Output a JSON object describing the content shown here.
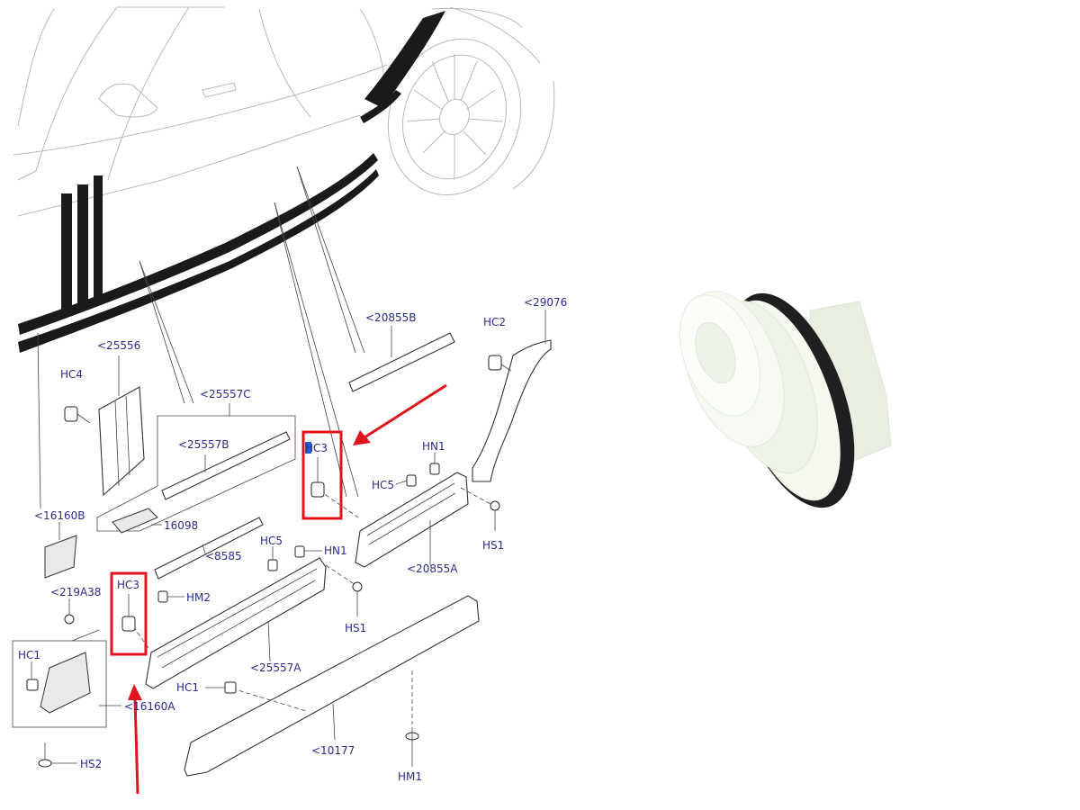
{
  "labels": {
    "l25556": "<25556",
    "l25557C": "<25557C",
    "l25557B": "<25557B",
    "l16098": "16098",
    "l20855B": "<20855B",
    "l29076": "<29076",
    "l16160B": "<16160B",
    "l8585": "<8585",
    "l20855A": "<20855A",
    "l25557A": "<25557A",
    "l219A38": "<219A38",
    "l16160A": "<16160A",
    "l10177": "<10177",
    "hc4": "HC4",
    "hc2": "HC2",
    "hc3a": "HC3",
    "hc3b": "HC3",
    "hn1a": "HN1",
    "hn1b": "HN1",
    "hc5a": "HC5",
    "hc5b": "HC5",
    "hs1a": "HS1",
    "hs1b": "HS1",
    "hm2": "HM2",
    "hc1a": "HC1",
    "hc1b": "HC1",
    "hs2": "HS2",
    "hm1": "HM1"
  },
  "colors": {
    "label_blue": "#2b2b8c",
    "highlight_red": "#e0141e",
    "clip_white": "#f2f6ec"
  }
}
